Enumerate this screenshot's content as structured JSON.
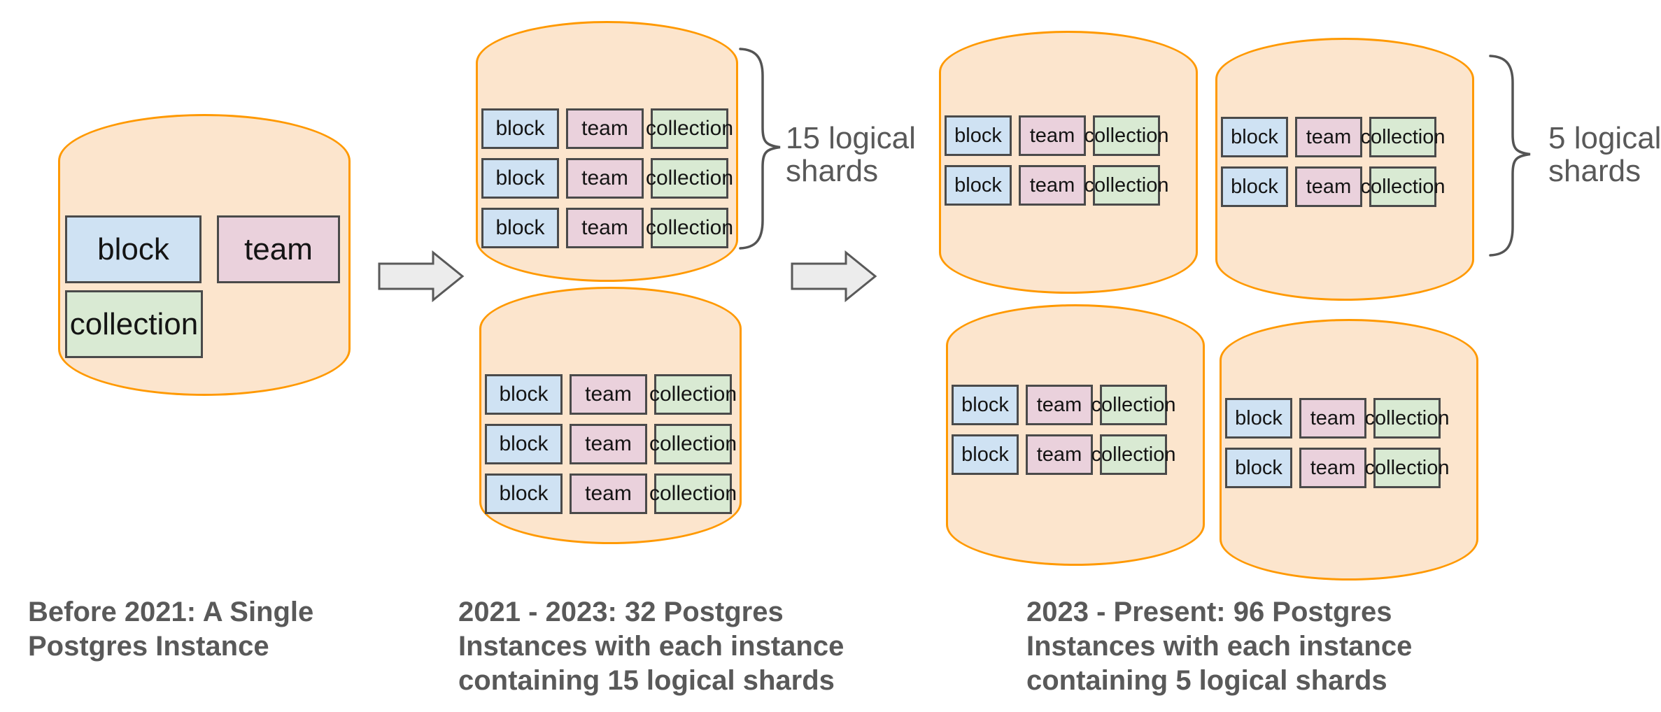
{
  "tables": {
    "block": "block",
    "team": "team",
    "collection": "collection"
  },
  "stage1": {
    "caption": [
      "Before 2021: A Single",
      "Postgres Instance"
    ]
  },
  "stage2": {
    "caption": [
      "2021 - 2023: 32 Postgres",
      "Instances with each instance",
      "containing 15 logical shards"
    ],
    "shard_label": [
      "15 logical",
      "shards"
    ]
  },
  "stage3": {
    "caption": [
      "2023 - Present: 96 Postgres",
      "Instances with each instance",
      "containing 5 logical shards"
    ],
    "shard_label": [
      "5 logical",
      "shards"
    ]
  },
  "colors": {
    "cylinder_fill": "#fce5cd",
    "cylinder_stroke": "#ff9900",
    "block_fill": "#cfe2f3",
    "team_fill": "#ead1dc",
    "collection_fill": "#d9ead3",
    "box_border": "#4a4a4a",
    "arrow_fill": "#ececec",
    "arrow_stroke": "#595959",
    "gray_text": "#595959"
  }
}
